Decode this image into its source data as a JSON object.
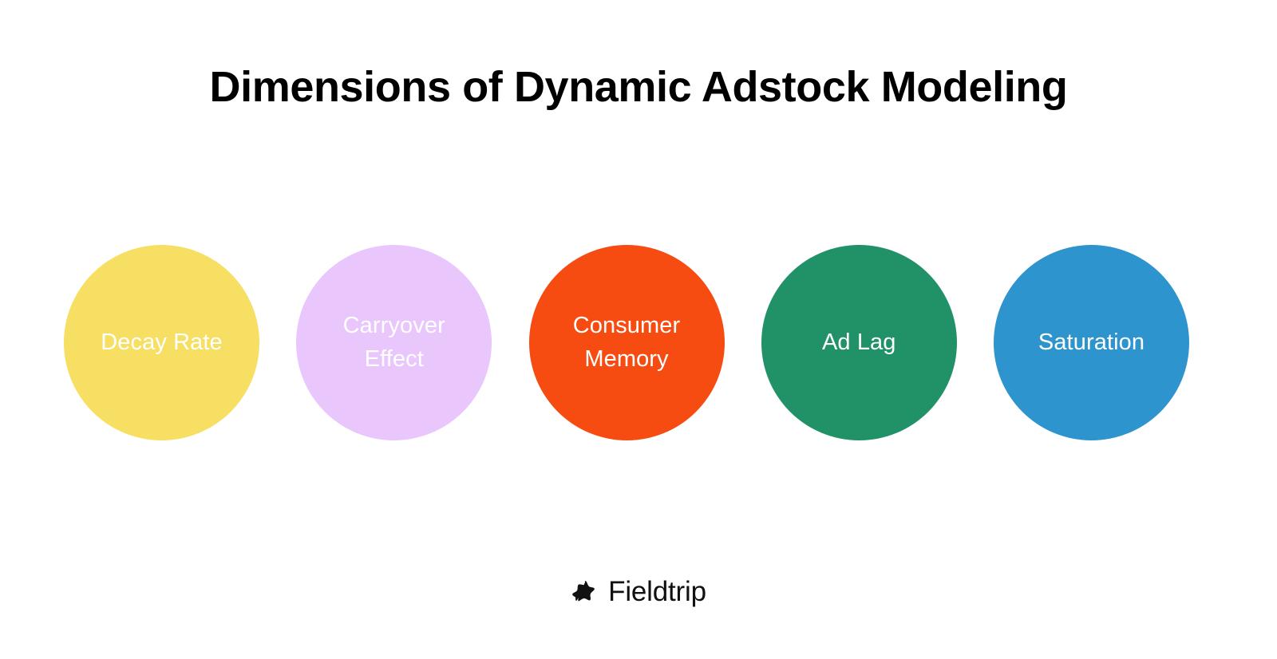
{
  "header": {
    "title": "Dimensions of Dynamic Adstock Modeling"
  },
  "background_color": "#FFFFFF",
  "bubbles": [
    {
      "label": "Decay Rate",
      "color": "#F7DF63",
      "text_color": "#FFFFFF",
      "name": "decay-rate"
    },
    {
      "label": "Carryover Effect",
      "color": "#E9C6FB",
      "text_color": "#FFFFFF",
      "name": "carryover-effect"
    },
    {
      "label": "Consumer Memory",
      "color": "#F64C12",
      "text_color": "#FFFFFF",
      "name": "consumer-memory"
    },
    {
      "label": "Ad Lag",
      "color": "#219168",
      "text_color": "#FFFFFF",
      "name": "ad-lag"
    },
    {
      "label": "Saturation",
      "color": "#2E94CE",
      "text_color": "#FFFFFF",
      "name": "saturation"
    }
  ],
  "footer": {
    "brand_name": "Fieldtrip",
    "brand_icon": "star-icon",
    "brand_color": "#111111"
  }
}
